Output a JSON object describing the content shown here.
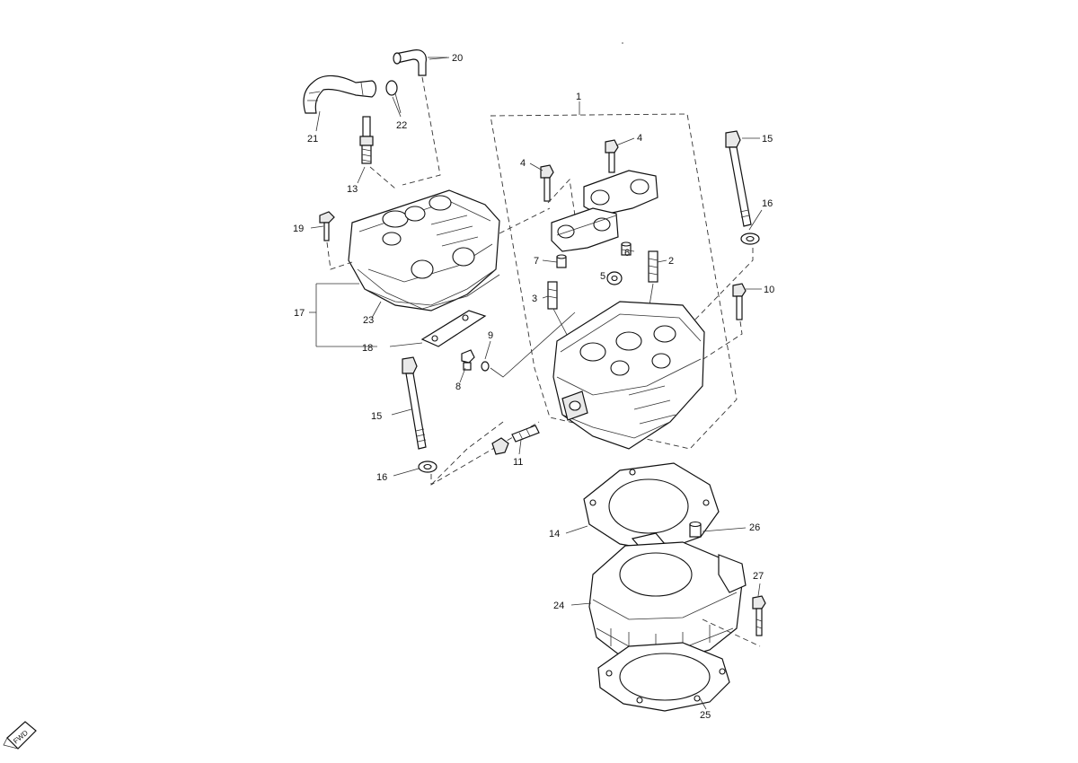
{
  "diagram": {
    "callouts": {
      "c1": "1",
      "c2": "2",
      "c3": "3",
      "c4a": "4",
      "c4b": "4",
      "c5": "5",
      "c6": "6",
      "c7": "7",
      "c8": "8",
      "c9": "9",
      "c10": "10",
      "c11": "11",
      "c13": "13",
      "c14": "14",
      "c15a": "15",
      "c15b": "15",
      "c16a": "16",
      "c16b": "16",
      "c17": "17",
      "c18": "18",
      "c19": "19",
      "c20": "20",
      "c21": "21",
      "c22": "22",
      "c23": "23",
      "c24": "24",
      "c25": "25",
      "c26": "26",
      "c27": "27"
    },
    "fwd_badge": "FWD"
  }
}
